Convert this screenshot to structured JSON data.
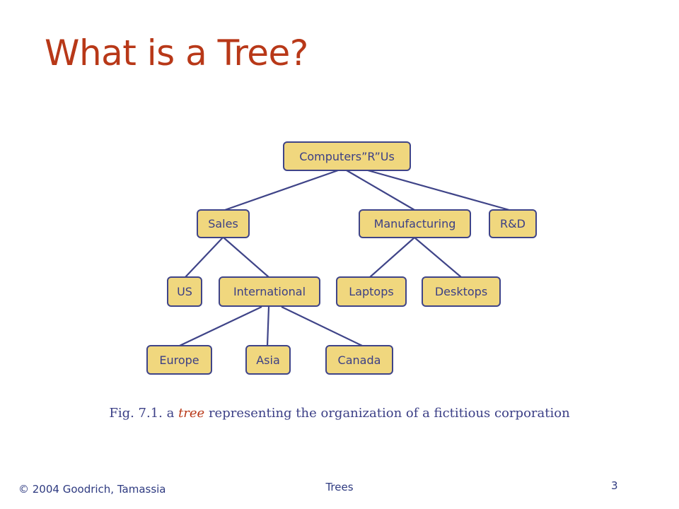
{
  "slide": {
    "title": "What is a Tree?"
  },
  "tree": {
    "root": "Computers”R”Us",
    "nodes": {
      "computers": "Computers”R”Us",
      "sales": "Sales",
      "manufacturing": "Manufacturing",
      "rnd": "R&D",
      "us": "US",
      "international": "International",
      "laptops": "Laptops",
      "desktops": "Desktops",
      "europe": "Europe",
      "asia": "Asia",
      "canada": "Canada"
    },
    "edges": [
      [
        "computers",
        "sales"
      ],
      [
        "computers",
        "manufacturing"
      ],
      [
        "computers",
        "rnd"
      ],
      [
        "sales",
        "us"
      ],
      [
        "sales",
        "international"
      ],
      [
        "manufacturing",
        "laptops"
      ],
      [
        "manufacturing",
        "desktops"
      ],
      [
        "international",
        "europe"
      ],
      [
        "international",
        "asia"
      ],
      [
        "international",
        "canada"
      ]
    ]
  },
  "caption": {
    "prefix": "Fig. 7.1. a ",
    "term": "tree",
    "suffix": " representing the organization of a fictitious corporation"
  },
  "footer": {
    "copyright": "© 2004 Goodrich, Tamassia",
    "topic": "Trees",
    "page_number": "3"
  },
  "colors": {
    "title": "#b83818",
    "node_fill": "#f0d77e",
    "node_border": "#3f4488",
    "text": "#3b3f86"
  }
}
